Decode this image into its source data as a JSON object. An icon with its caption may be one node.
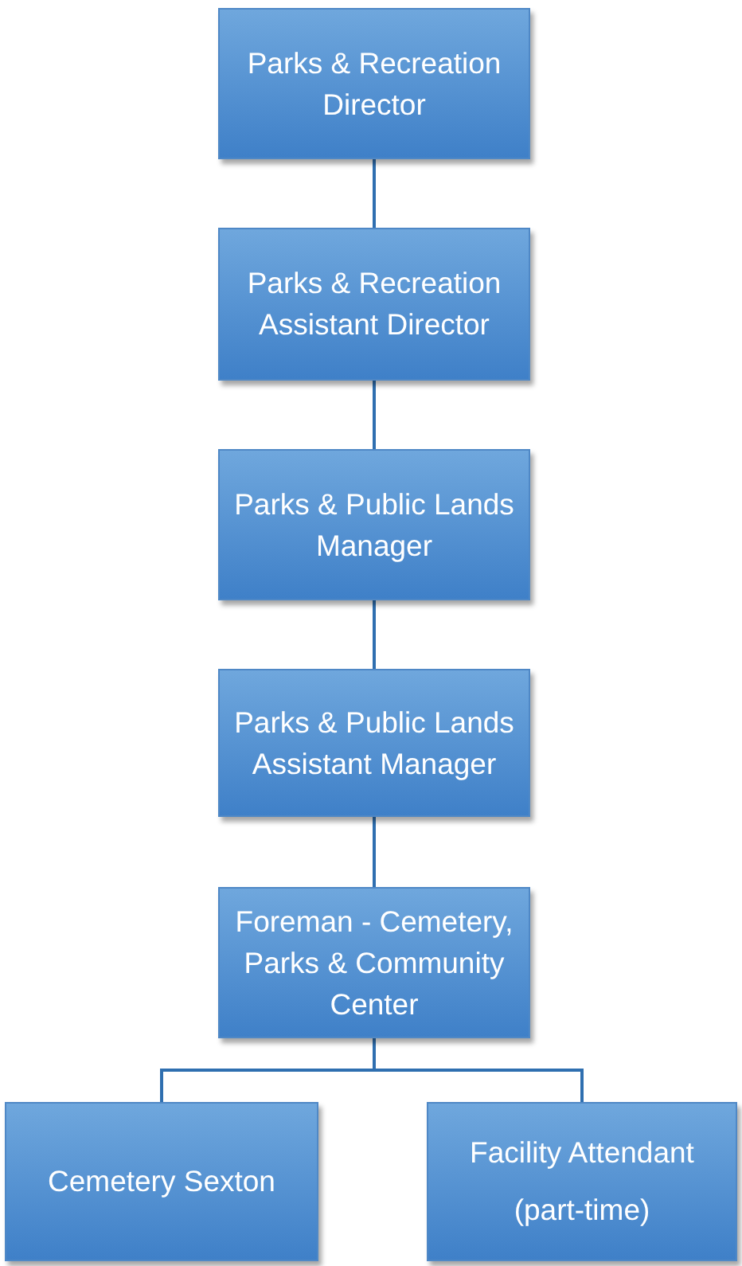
{
  "diagram": {
    "nodes": [
      {
        "text": [
          "Parks & Recreation Director"
        ]
      },
      {
        "text": [
          "Parks & Recreation Assistant Director"
        ]
      },
      {
        "text": [
          "Parks & Public Lands Manager"
        ]
      },
      {
        "text": [
          "Parks & Public Lands Assistant Manager"
        ]
      },
      {
        "text": [
          "Foreman - Cemetery, Parks & Community Center"
        ]
      },
      {
        "text": [
          "Cemetery Sexton"
        ]
      },
      {
        "text": [
          "Facility Attendant (part-time)"
        ]
      }
    ],
    "edges": [
      {
        "from": 0,
        "to": 1,
        "arrow": "none"
      },
      {
        "from": 1,
        "to": 2,
        "arrow": "none"
      },
      {
        "from": 2,
        "to": 3,
        "arrow": "none"
      },
      {
        "from": 3,
        "to": 4,
        "arrow": "none"
      },
      {
        "from": 4,
        "to": 5,
        "arrow": "none"
      },
      {
        "from": 4,
        "to": 6,
        "arrow": "none"
      }
    ]
  }
}
